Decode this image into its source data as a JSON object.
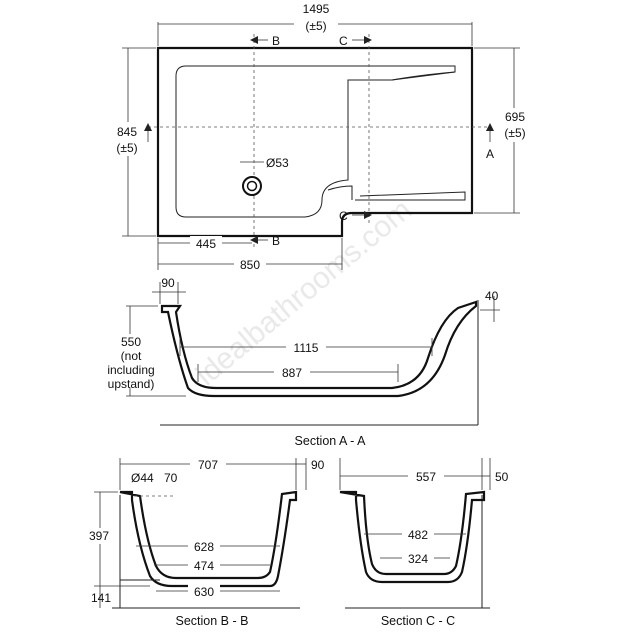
{
  "watermark": "idealbathrooms.com",
  "plan": {
    "overall_length": "1495",
    "overall_length_tol": "(±5)",
    "width_left": "845",
    "width_left_tol": "(±5)",
    "width_right": "695",
    "width_right_tol": "(±5)",
    "waste_diameter": "Ø53",
    "waste_offset": "445",
    "wide_section_length": "850",
    "section_a": "A",
    "section_b_top": "B",
    "section_b_bottom": "B",
    "section_c_top": "C",
    "section_c_bottom": "C"
  },
  "section_aa": {
    "caption": "Section A - A",
    "rim_width": "90",
    "upstand": "40",
    "height_line1": "550",
    "height_line2": "(not",
    "height_line3": "including",
    "height_line4": "upstand)",
    "inner_top_length": "1115",
    "inner_bottom_length": "887"
  },
  "section_bb": {
    "caption": "Section B - B",
    "overall_width": "707",
    "rim_width": "90",
    "waste_diameter": "Ø44",
    "waste_offset": "70",
    "height": "397",
    "inner_top_width": "628",
    "inner_bottom_width": "474",
    "floor_width": "630",
    "waste_height": "141"
  },
  "section_cc": {
    "caption": "Section C - C",
    "overall_width": "557",
    "rim_width": "50",
    "inner_top_width": "482",
    "inner_bottom_width": "324"
  }
}
